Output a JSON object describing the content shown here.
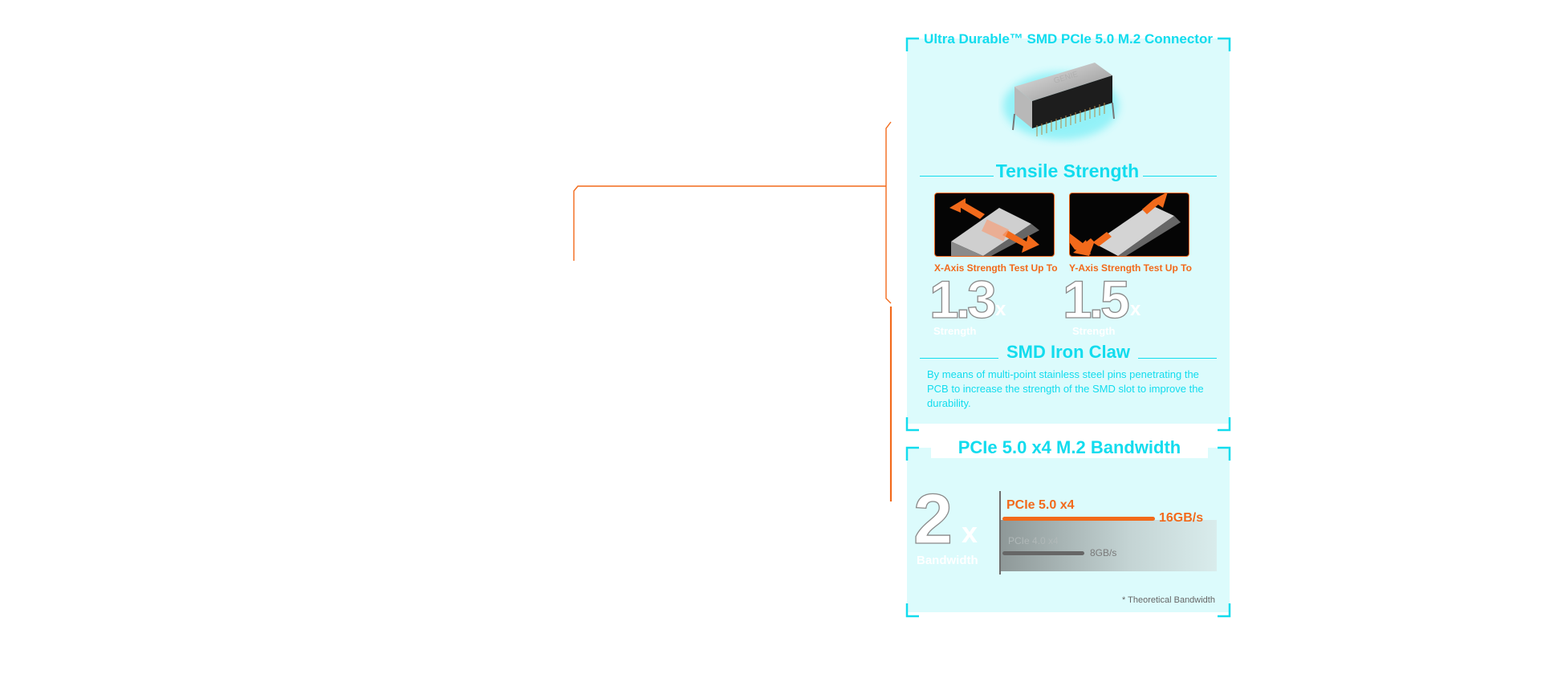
{
  "colors": {
    "cyan": "#12dcee",
    "orange": "#f26a1b",
    "panel_bg": "#dcfbfc"
  },
  "connector_section": {
    "title": "Ultra Durable™ SMD PCIe 5.0 M.2 Connector",
    "image_brand_text": "GENIE"
  },
  "tensile_section": {
    "title": "Tensile Strength",
    "tests": [
      {
        "label": "X-Axis Strength Test Up To",
        "value": "1.3",
        "suffix": "x",
        "caption": "Strength"
      },
      {
        "label": "Y-Axis Strength Test Up To",
        "value": "1.5",
        "suffix": "x",
        "caption": "Strength"
      }
    ]
  },
  "iron_claw_section": {
    "title": "SMD Iron Claw",
    "description": "By means of multi-point stainless steel pins penetrating the PCB to increase the strength of the SMD slot to improve the durability."
  },
  "bandwidth_section": {
    "title": "PCIe 5.0 x4 M.2 Bandwidth",
    "multiplier": "2",
    "multiplier_suffix": "x",
    "multiplier_caption": "Bandwidth",
    "bars": [
      {
        "name": "PCIe 5.0 x4",
        "value_label": "16GB/s",
        "value": 16
      },
      {
        "name": "PCIe 4.0 x4",
        "value_label": "8GB/s",
        "value": 8
      }
    ],
    "footnote": "* Theoretical Bandwidth"
  }
}
